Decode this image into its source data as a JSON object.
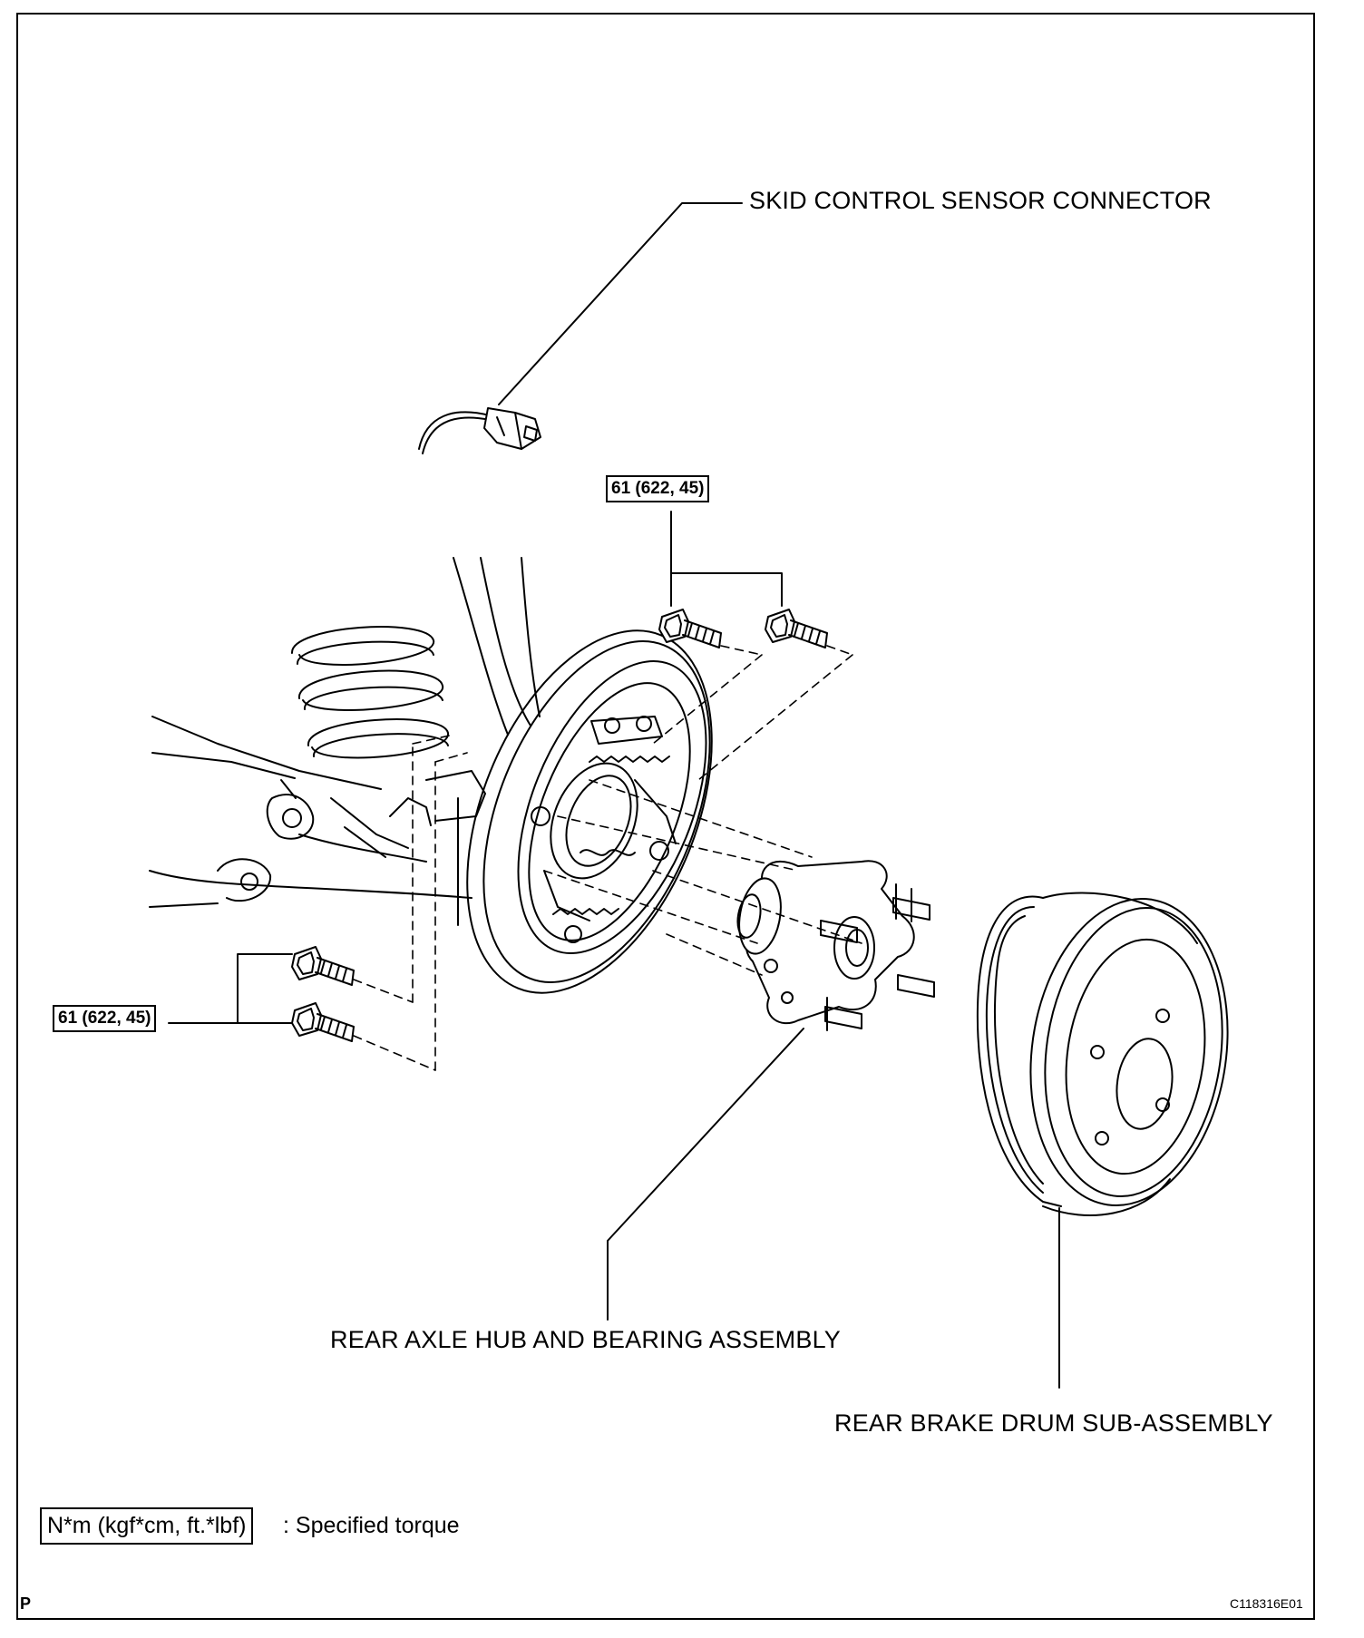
{
  "labels": {
    "skid_sensor": "SKID CONTROL SENSOR CONNECTOR",
    "hub": "REAR AXLE HUB AND BEARING ASSEMBLY",
    "drum": "REAR BRAKE DRUM SUB-ASSEMBLY"
  },
  "torque": {
    "upper": "61 (622, 45)",
    "lower": "61 (622, 45)"
  },
  "legend": {
    "box": "N*m (kgf*cm, ft.*lbf)",
    "text": ": Specified torque"
  },
  "corner_mark": "P",
  "figure_code": "C118316E01"
}
